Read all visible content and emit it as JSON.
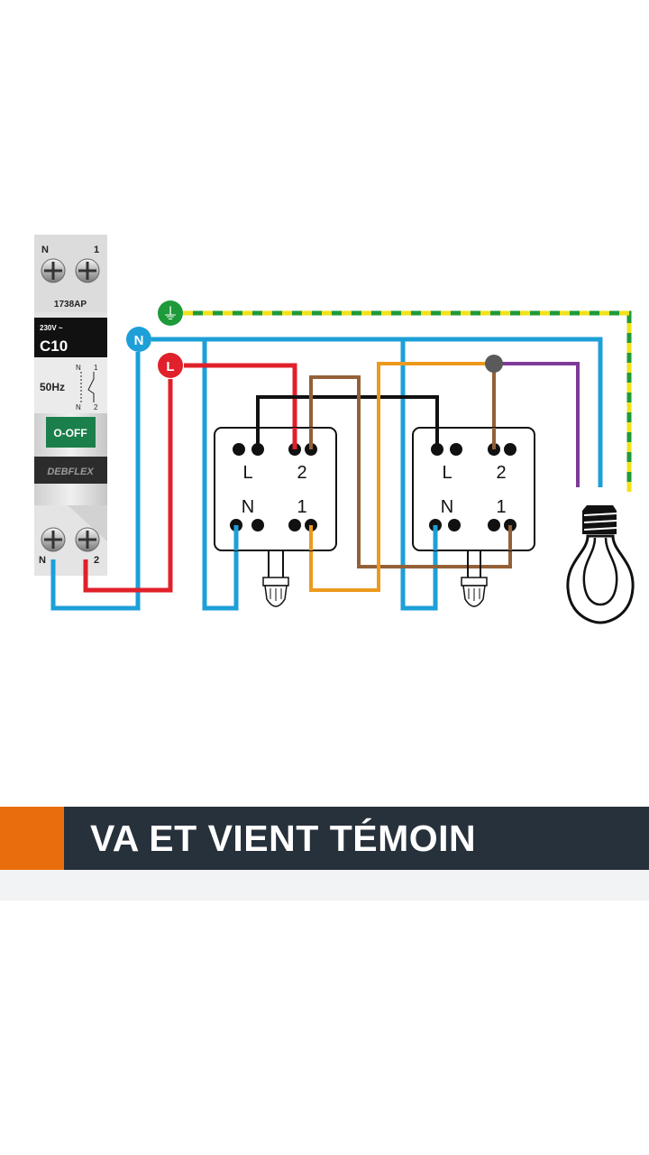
{
  "breaker": {
    "top_left_label": "N",
    "top_right_label": "1",
    "model": "1738AP",
    "voltage": "230V ~",
    "rating": "C10",
    "frequency": "50Hz",
    "sym_n_top": "N",
    "sym_1": "1",
    "sym_n_bottom": "N",
    "sym_2": "2",
    "toggle_label": "O-OFF",
    "brand": "DEBFLEX",
    "bottom_left_label": "N",
    "bottom_right_label": "2"
  },
  "conductors": {
    "earth_label": "⏚",
    "neutral_label": "N",
    "live_label": "L"
  },
  "switch_left": {
    "L": "L",
    "two": "2",
    "N": "N",
    "one": "1"
  },
  "switch_right": {
    "L": "L",
    "two": "2",
    "N": "N",
    "one": "1"
  },
  "colors": {
    "earth_green": "#1e9a3a",
    "earth_yellow": "#f2e21b",
    "neutral_blue": "#1d9fd8",
    "live_red": "#e0202a",
    "traveler_brown": "#946037",
    "traveler_orange": "#ec9a1e",
    "return_purple": "#7d3a98",
    "bridge_black": "#111111",
    "accent_orange": "#ea6d0d",
    "banner_dark": "#27313b"
  },
  "icons": [
    "earth-icon",
    "light-bulb-icon",
    "indicator-lamp-icon"
  ],
  "title": "VA ET VIENT TÉMOIN"
}
